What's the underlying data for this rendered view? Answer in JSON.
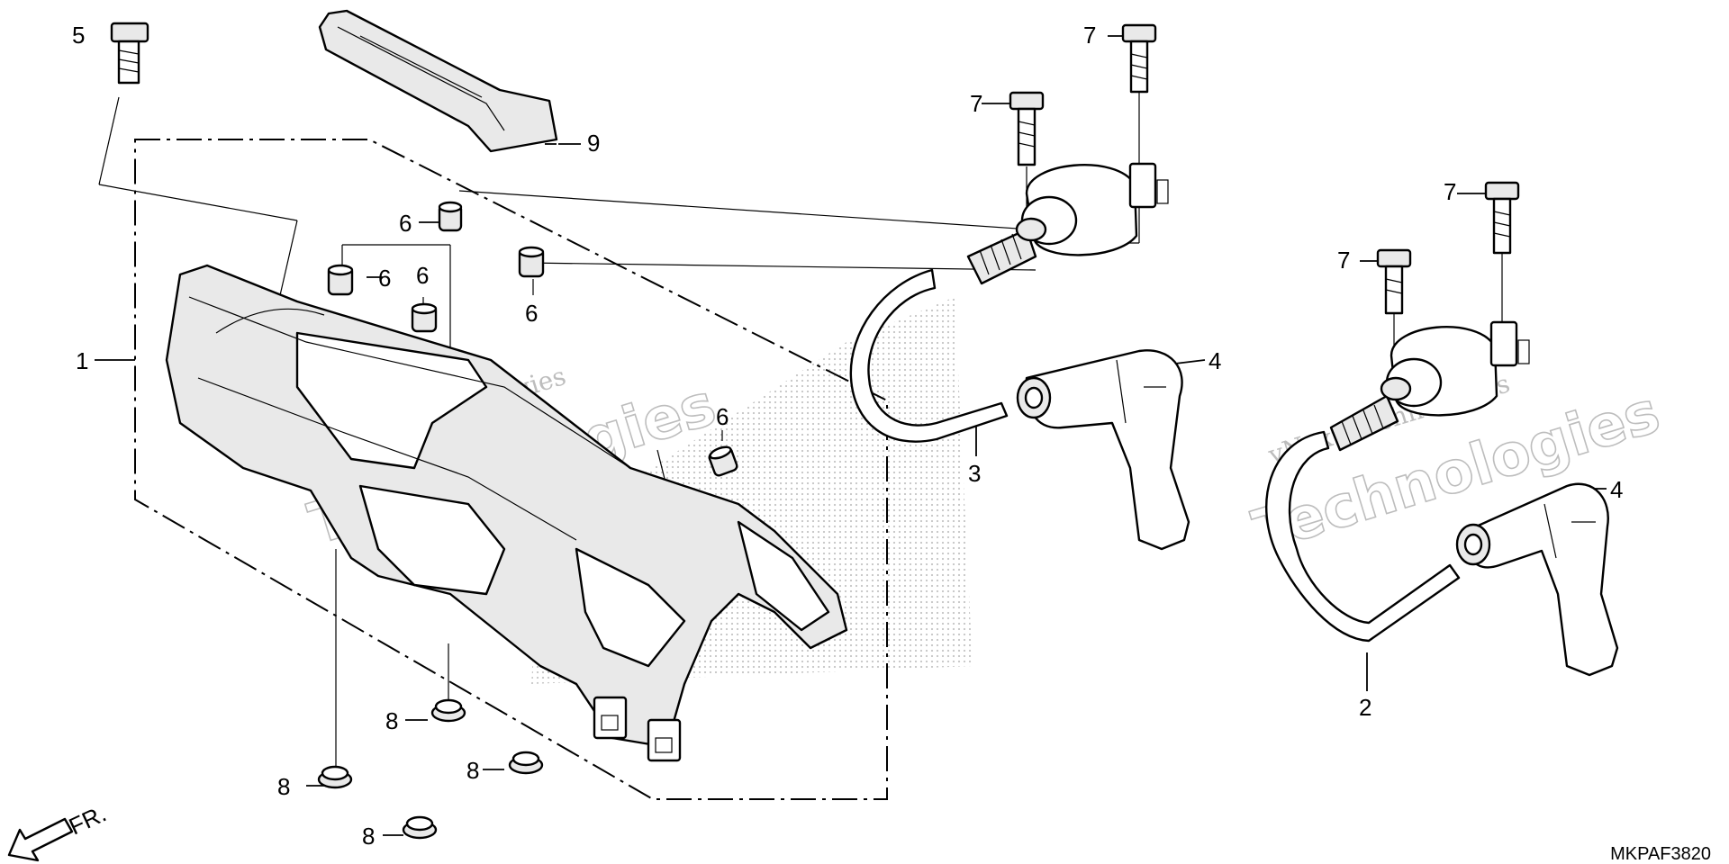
{
  "diagram": {
    "code": "MKPAF3820",
    "front_marker": "FR.",
    "watermark": {
      "line1": "vNext Technologies",
      "line2": "Technologies"
    },
    "parts": [
      {
        "ref": "1"
      },
      {
        "ref": "2"
      },
      {
        "ref": "3"
      },
      {
        "ref": "4"
      },
      {
        "ref": "4"
      },
      {
        "ref": "5"
      },
      {
        "ref": "6"
      },
      {
        "ref": "6"
      },
      {
        "ref": "6"
      },
      {
        "ref": "6"
      },
      {
        "ref": "6"
      },
      {
        "ref": "7"
      },
      {
        "ref": "7"
      },
      {
        "ref": "7"
      },
      {
        "ref": "7"
      },
      {
        "ref": "8"
      },
      {
        "ref": "8"
      },
      {
        "ref": "8"
      },
      {
        "ref": "8"
      },
      {
        "ref": "9"
      }
    ]
  }
}
